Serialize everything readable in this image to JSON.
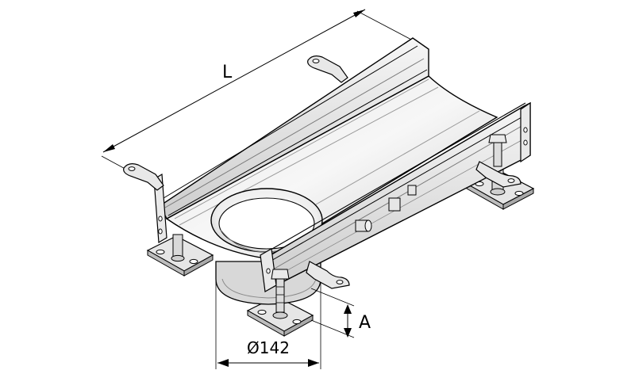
{
  "diagram": {
    "title": "",
    "colors": {
      "line": "#000000",
      "metal_light": "#f4f4f4",
      "metal_mid": "#dedede",
      "metal_dark": "#c2c2c2",
      "shadow": "#a8a8a8",
      "background": "#ffffff"
    },
    "dimensions": {
      "length_label": "L",
      "height_label": "A",
      "diameter_label": "Ø142"
    }
  }
}
